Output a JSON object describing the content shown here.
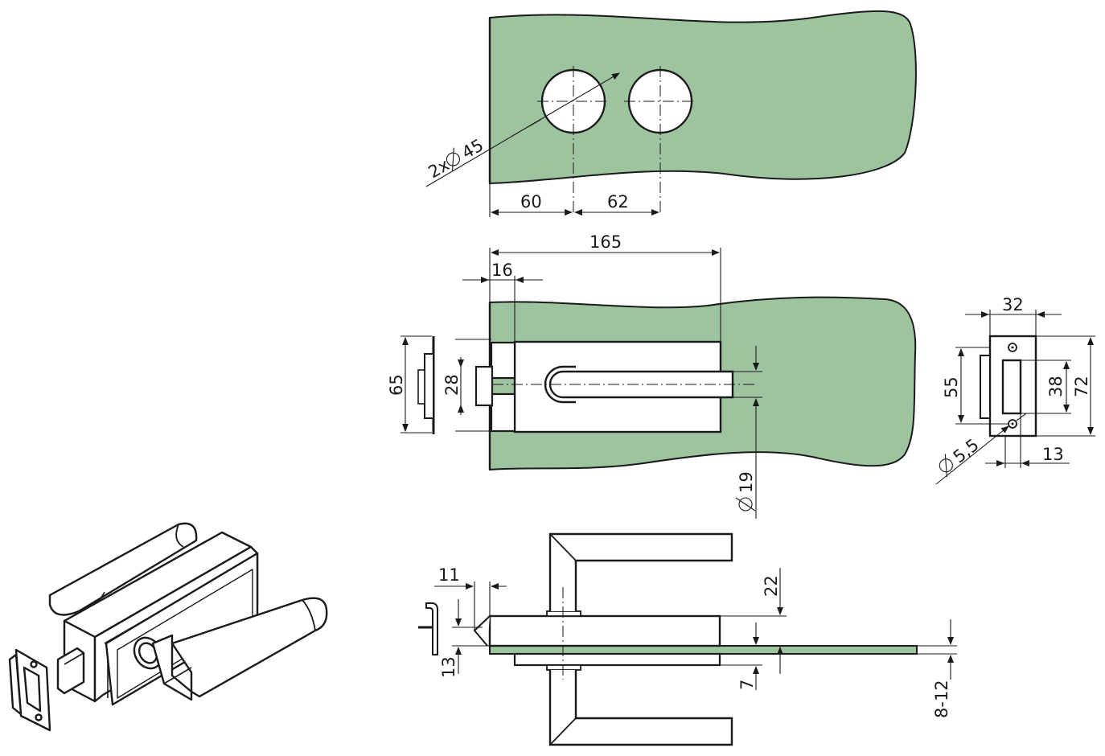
{
  "colors": {
    "glass": "#9dc49f",
    "line": "#1a1a1a",
    "background": "#ffffff"
  },
  "top_view": {
    "hole_label": "2x",
    "hole_diameter": "45",
    "dim_edge_to_hole": "60",
    "dim_hole_spacing": "62"
  },
  "front_view": {
    "overall_length": "165",
    "edge_offset": "16",
    "strike_height": "65",
    "bolt_height": "28",
    "handle_diameter": "19"
  },
  "strike_plate": {
    "width": "32",
    "body_height": "55",
    "opening_height": "38",
    "total_height": "72",
    "screw_hole": "5,5",
    "depth": "13"
  },
  "side_view": {
    "latch_projection": "11",
    "latch_height": "13",
    "body_offset": "22",
    "cover_offset": "7",
    "glass_thickness": "8-12"
  }
}
